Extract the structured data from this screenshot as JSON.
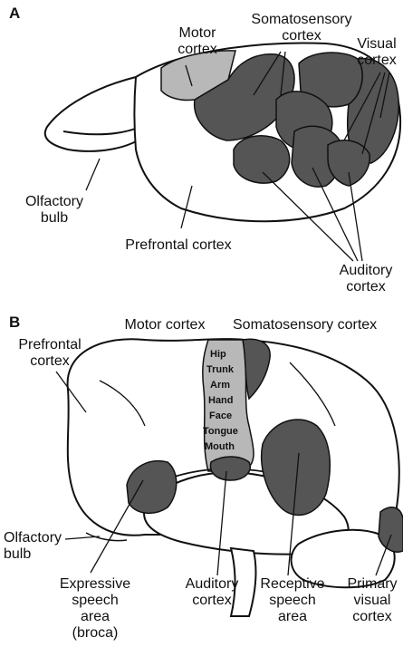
{
  "panel_a": {
    "letter": "A",
    "labels": {
      "motor": [
        "Motor",
        "cortex"
      ],
      "somatosensory": [
        "Somatosensory",
        "cortex"
      ],
      "visual": [
        "Visual",
        "cortex"
      ],
      "olfactory": [
        "Olfactory",
        "bulb"
      ],
      "prefrontal": "Prefrontal cortex",
      "auditory": [
        "Auditory",
        "cortex"
      ]
    }
  },
  "panel_b": {
    "letter": "B",
    "labels": {
      "motor": "Motor cortex",
      "somatosensory": "Somatosensory cortex",
      "prefrontal": [
        "Prefrontal",
        "cortex"
      ],
      "olfactory": [
        "Olfactory",
        "bulb"
      ],
      "expressive": [
        "Expressive",
        "speech",
        "area",
        "(broca)"
      ],
      "auditory": [
        "Auditory",
        "cortex"
      ],
      "receptive": [
        "Receptive",
        "speech",
        "area"
      ],
      "visual": [
        "Primary",
        "visual",
        "cortex"
      ]
    },
    "homunculus": [
      "Hip",
      "Trunk",
      "Arm",
      "Hand",
      "Face",
      "Tongue",
      "Mouth"
    ]
  },
  "colors": {
    "dark_region": "#555555",
    "light_region": "#b8b8b8",
    "outline": "#111111",
    "background": "#ffffff"
  }
}
